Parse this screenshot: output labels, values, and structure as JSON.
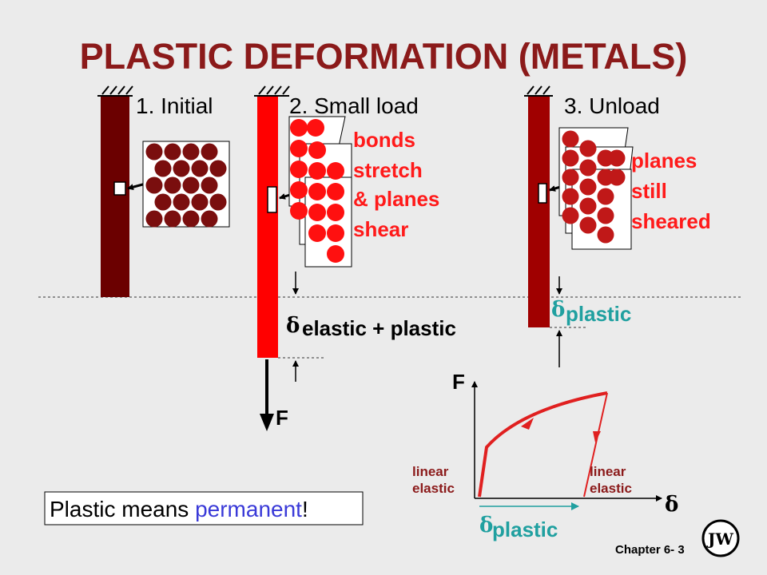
{
  "title": "PLASTIC DEFORMATION (METALS)",
  "stages": {
    "initial": {
      "label": "1. Initial"
    },
    "small_load": {
      "label": "2. Small load",
      "notes": [
        "bonds",
        "stretch",
        "& planes",
        "shear"
      ],
      "delta_symbol": "δ",
      "delta_label": "elastic + plastic",
      "force_label": "F"
    },
    "unload": {
      "label": "3. Unload",
      "notes": [
        "planes",
        "still",
        "sheared"
      ],
      "delta_symbol": "δ",
      "delta_label": "plastic"
    }
  },
  "graph": {
    "y_label": "F",
    "x_label": "δ",
    "left_line1": "linear",
    "left_line2": "elastic",
    "right_line1": "linear",
    "right_line2": "elastic",
    "plastic_symbol": "δ",
    "plastic_label": "plastic"
  },
  "caption": {
    "prefix": "Plastic means ",
    "highlight": "permanent",
    "suffix": "!"
  },
  "footer": {
    "chapter": "Chapter 6- 3",
    "logo_initials": "JW"
  },
  "colors": {
    "background": "#ebebeb",
    "title": "#8b1a1a",
    "rod_dark": "#6b0000",
    "rod_bright": "#ff0000",
    "rod_unload": "#a00000",
    "atom_dark": "#7a0e0e",
    "atom_bright": "#ff1010",
    "atom_unload": "#c01818",
    "note_red": "#ff1a1a",
    "teal": "#20a0a0",
    "highlight_blue": "#3a3ad8"
  }
}
